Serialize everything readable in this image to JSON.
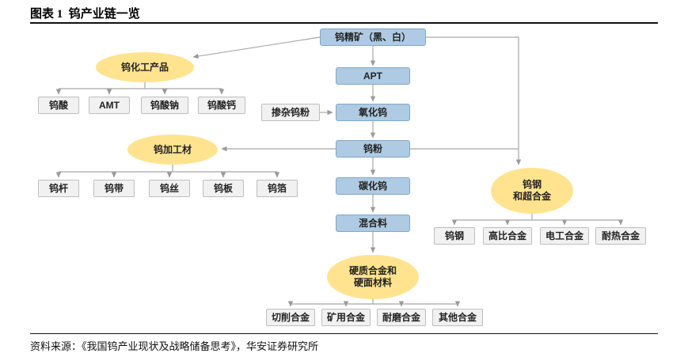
{
  "figure": {
    "title": "图表 1  钨产业链一览",
    "source": "资料来源：《我国钨产业现状及战略储备思考》，华安证券研究所"
  },
  "colors": {
    "process_box_fill": "#AECBE3",
    "process_box_border": "#82A7C9",
    "category_ellipse_fill": "#FFE38F",
    "leaf_box_fill": "#F1F1F1",
    "leaf_box_border": "#BEBEBE",
    "connector": "#A6A6A6"
  },
  "chain": {
    "concentrate": "钨精矿（黑、白）",
    "apt": "APT",
    "oxide": "氧化钨",
    "powder": "钨粉",
    "carbide": "碳化钨",
    "mixture": "混合料",
    "doped_powder": "掺杂钨粉"
  },
  "groups": {
    "chem": {
      "label": "钨化工产品",
      "children": [
        "钨酸",
        "AMT",
        "钨酸钠",
        "钨酸钙"
      ]
    },
    "processed": {
      "label": "钨加工材",
      "children": [
        "钨杆",
        "钨带",
        "钨丝",
        "钨板",
        "钨箔"
      ]
    },
    "steel": {
      "label_line1": "钨钢",
      "label_line2": "和超合金",
      "children": [
        "钨钢",
        "高比合金",
        "电工合金",
        "耐热合金"
      ]
    },
    "hard_alloy": {
      "label_line1": "硬质合金和",
      "label_line2": "硬面材料",
      "children": [
        "切削合金",
        "矿用合金",
        "耐磨合金",
        "其他合金"
      ]
    }
  },
  "edges": [
    "钨精矿→钨化工产品",
    "钨精矿→APT",
    "钨精矿→钨钢和超合金",
    "APT→氧化钨",
    "掺杂钨粉→氧化钨",
    "氧化钨→钨粉",
    "钨粉→钨加工材",
    "钨粉→钨钢和超合金",
    "钨粉→碳化钨",
    "碳化钨→混合料",
    "混合料→硬质合金和硬面材料",
    "钨化工产品→子项",
    "钨加工材→子项",
    "钨钢和超合金→子项",
    "硬质合金和硬面材料→子项"
  ]
}
